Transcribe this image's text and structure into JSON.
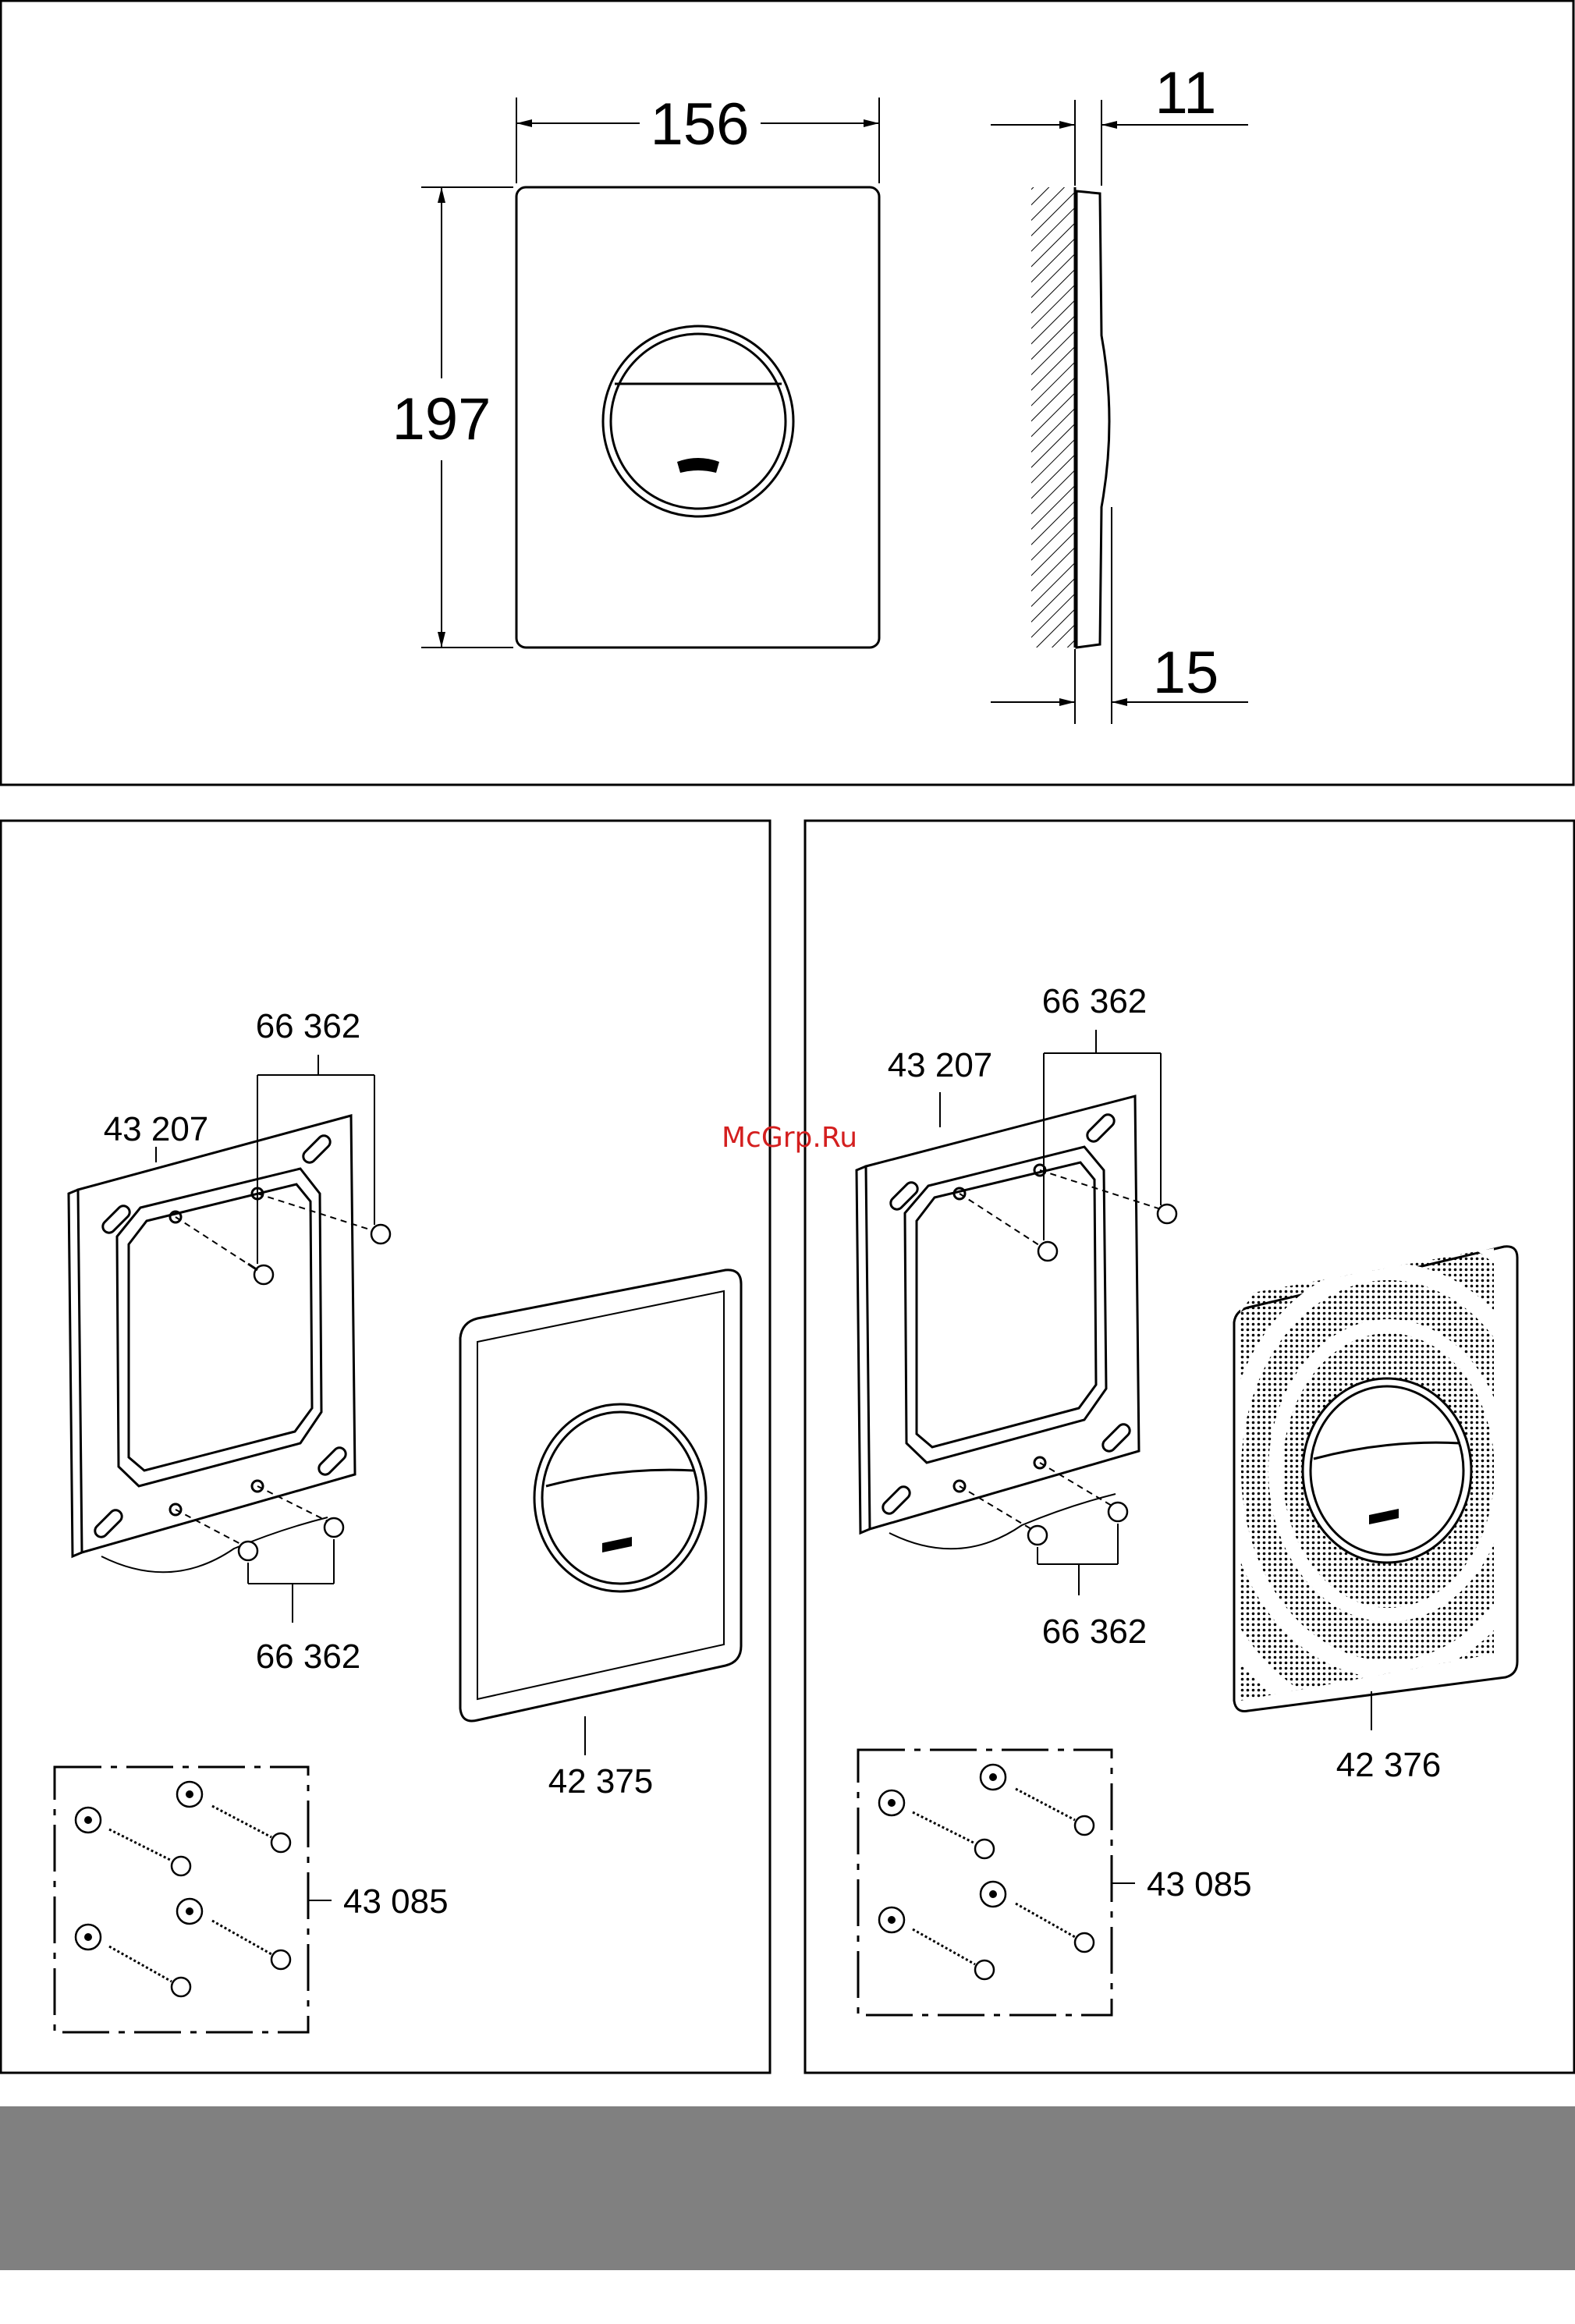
{
  "dimensions": {
    "width": "156",
    "height": "197",
    "depth_top": "11",
    "depth_bottom": "15"
  },
  "left_kit": {
    "frame_label": "43 207",
    "screws_top_label": "66 362",
    "screws_bottom_label": "66 362",
    "plate_label": "42 375",
    "wall_plugs_label": "43 085"
  },
  "right_kit": {
    "frame_label": "43 207",
    "screws_top_label": "66 362",
    "screws_bottom_label": "66 362",
    "plate_label": "42 376",
    "wall_plugs_label": "43 085"
  },
  "watermark": "McGrp.Ru",
  "colors": {
    "line": "#000000",
    "footer_band": "#808080",
    "watermark": "#d41f1f"
  }
}
